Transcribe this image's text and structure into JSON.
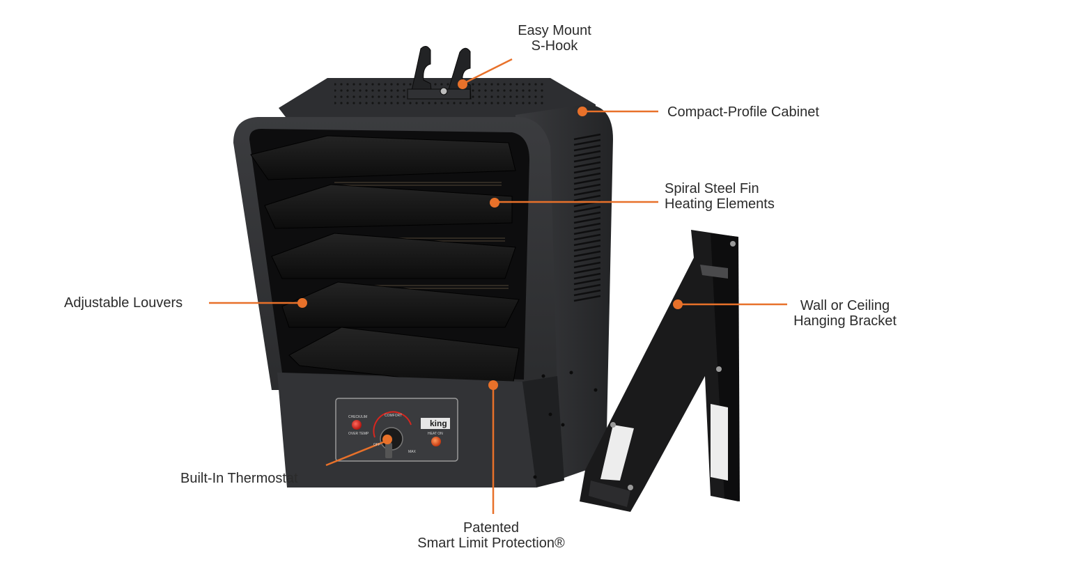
{
  "colors": {
    "callout_orange": "#e8712a",
    "cabinet_dark": "#2f3033",
    "cabinet_edge": "#151617",
    "louver_black": "#141414",
    "bracket_black": "#1a1a1b",
    "label_text": "#2b2b2b",
    "indicator_red": "#d8261e"
  },
  "callouts": [
    {
      "id": "s-hook",
      "lines": [
        "Easy Mount",
        "S-Hook"
      ]
    },
    {
      "id": "cabinet",
      "lines": [
        "Compact-Profile Cabinet"
      ]
    },
    {
      "id": "heating-elements",
      "lines": [
        "Spiral Steel Fin",
        "Heating Elements"
      ]
    },
    {
      "id": "louvers",
      "lines": [
        "Adjustable Louvers"
      ]
    },
    {
      "id": "bracket",
      "lines": [
        "Wall or Ceiling",
        "Hanging Bracket"
      ]
    },
    {
      "id": "thermostat",
      "lines": [
        "Built-In Thermostat"
      ]
    },
    {
      "id": "smart-limit",
      "lines": [
        "Patented",
        "Smart Limit Protection®"
      ]
    }
  ],
  "control_panel": {
    "brand": "king",
    "left_indicator_top": "CHECK/LIM",
    "left_indicator_bottom": "OVER TEMP",
    "dial_top": "COMFORT",
    "dial_left": "OFF",
    "dial_right": "MAX",
    "right_indicator": "HEAT ON"
  }
}
